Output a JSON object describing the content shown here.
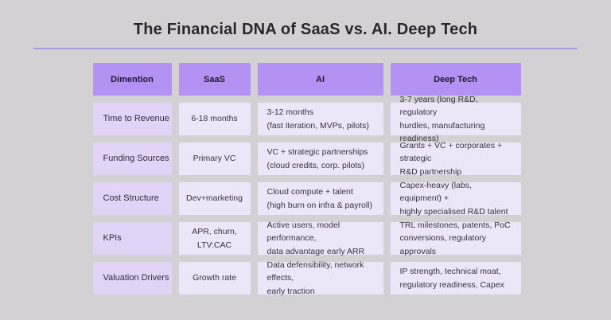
{
  "title": "The Financial DNA of SaaS vs. AI. Deep Tech",
  "colors": {
    "page_background": "#d3d1d4",
    "header_cell_bg": "#b392f3",
    "dimension_cell_bg": "#e1d4f7",
    "body_cell_bg": "#ece6f8",
    "divider": "#a89bd9",
    "title_text": "#29282e",
    "cell_text": "#37323f"
  },
  "table": {
    "headers": [
      "Dimention",
      "SaaS",
      "AI",
      "Deep Tech"
    ],
    "rows": [
      {
        "dimension": "Time to Revenue",
        "saas": "6-18 months",
        "ai": "3-12 months\n(fast iteration, MVPs, pilots)",
        "deep_tech": "3-7 years (long R&D, regulatory\nhurdles, manufacturing readiness)"
      },
      {
        "dimension": "Funding Sources",
        "saas": "Primary VC",
        "ai": "VC + strategic partnerships\n(cloud credits, corp. pilots)",
        "deep_tech": "Grants + VC + corporates + strategic\nR&D partnership"
      },
      {
        "dimension": "Cost Structure",
        "saas": "Dev+marketing",
        "ai": "Cloud compute + talent\n(high burn on infra & payroll)",
        "deep_tech": "Capex-heavy (labs, equipment) +\nhighly specialised R&D talent"
      },
      {
        "dimension": "KPIs",
        "saas": "APR, churn,\nLTV:CAC",
        "ai": "Active users, model performance,\ndata advantage early ARR",
        "deep_tech": "TRL milestones, patents, PoC\nconversions, regulatory approvals"
      },
      {
        "dimension": "Valuation Drivers",
        "saas": "Growth rate",
        "ai": "Data defensibility, network effects,\nearly traction",
        "deep_tech": "IP strength, technical moat,\nregulatory readiness, Capex"
      }
    ]
  }
}
